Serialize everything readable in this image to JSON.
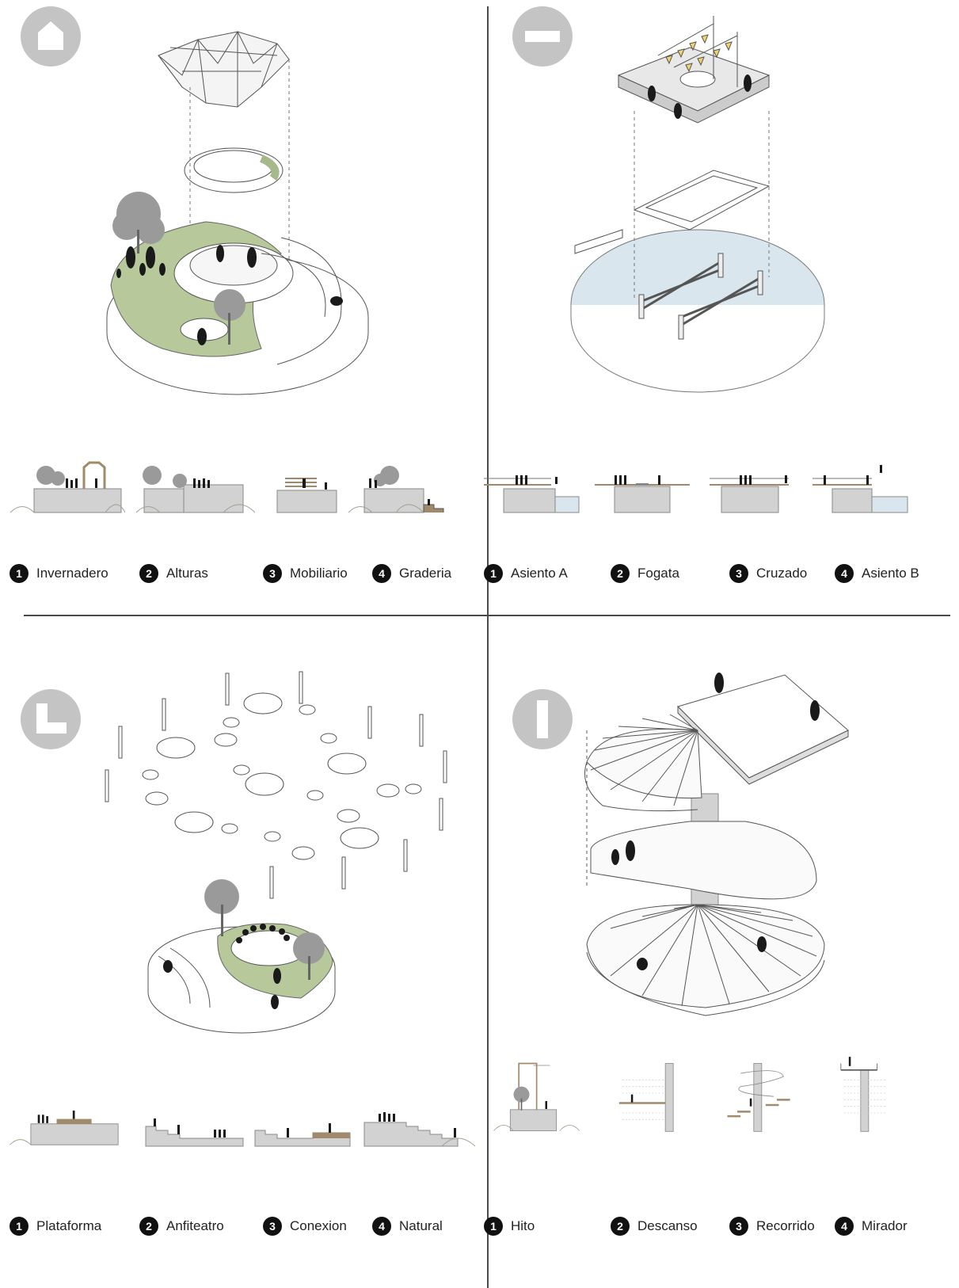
{
  "quadrants": [
    {
      "icon": "house-icon",
      "labels": [
        {
          "num": "1",
          "text": "Invernadero"
        },
        {
          "num": "2",
          "text": "Alturas"
        },
        {
          "num": "3",
          "text": "Mobiliario"
        },
        {
          "num": "4",
          "text": "Graderia"
        }
      ]
    },
    {
      "icon": "minus-icon",
      "labels": [
        {
          "num": "1",
          "text": "Asiento A"
        },
        {
          "num": "2",
          "text": "Fogata"
        },
        {
          "num": "3",
          "text": "Cruzado"
        },
        {
          "num": "4",
          "text": "Asiento B"
        }
      ]
    },
    {
      "icon": "l-shape-icon",
      "labels": [
        {
          "num": "1",
          "text": "Plataforma"
        },
        {
          "num": "2",
          "text": "Anfiteatro"
        },
        {
          "num": "3",
          "text": "Conexion"
        },
        {
          "num": "4",
          "text": "Natural"
        }
      ]
    },
    {
      "icon": "bar-icon",
      "labels": [
        {
          "num": "1",
          "text": "Hito"
        },
        {
          "num": "2",
          "text": "Descanso"
        },
        {
          "num": "3",
          "text": "Recorrido"
        },
        {
          "num": "4",
          "text": "Mirador"
        }
      ]
    }
  ],
  "colors": {
    "grass": "#b7c99a",
    "water": "#d9e6ee",
    "concrete": "#d2d2d2",
    "wood": "#a08a6a",
    "flag": "#f1d36a",
    "icon_bg": "#c4c4c4"
  }
}
